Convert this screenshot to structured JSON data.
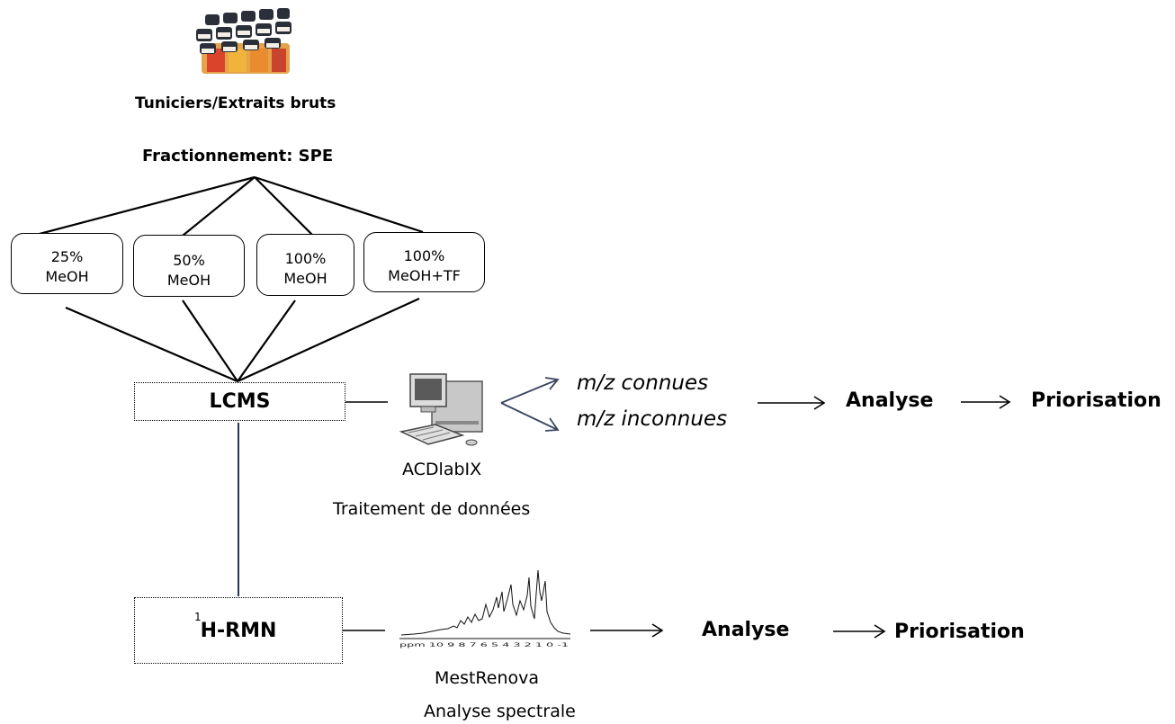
{
  "source": {
    "label": "Tuniciers/Extraits bruts",
    "icon": "sample-vials-icon"
  },
  "fractionation": {
    "title": "Fractionnement: SPE"
  },
  "fractions": [
    {
      "line1": "25%",
      "line2": "MeOH"
    },
    {
      "line1": "50%",
      "line2": "MeOH"
    },
    {
      "line1": "100%",
      "line2": "MeOH"
    },
    {
      "line1": "100%",
      "line2": "MeOH+TF"
    }
  ],
  "lcms": {
    "label": "LCMS",
    "software_icon": "computer-icon",
    "software_name": "ACDlabIX",
    "software_task": "Traitement de données",
    "branch_known": "m/z connues",
    "branch_unknown": "m/z inconnues",
    "analysis": "Analyse",
    "prioritization": "Priorisation"
  },
  "nmr": {
    "superscript": "1",
    "label": "H-RMN",
    "spectrum_icon": "nmr-spectrum-icon",
    "spectrum_ticks": "ppm 10 9 8 7 6 5 4 3 2 1 0 -1",
    "software_name": "MestRenova",
    "software_task": "Analyse spectrale",
    "analysis": "Analyse",
    "prioritization": "Priorisation"
  },
  "colors": {
    "line": "#000000",
    "connector": "#2a3550",
    "branch_arrow": "#3a4760"
  }
}
